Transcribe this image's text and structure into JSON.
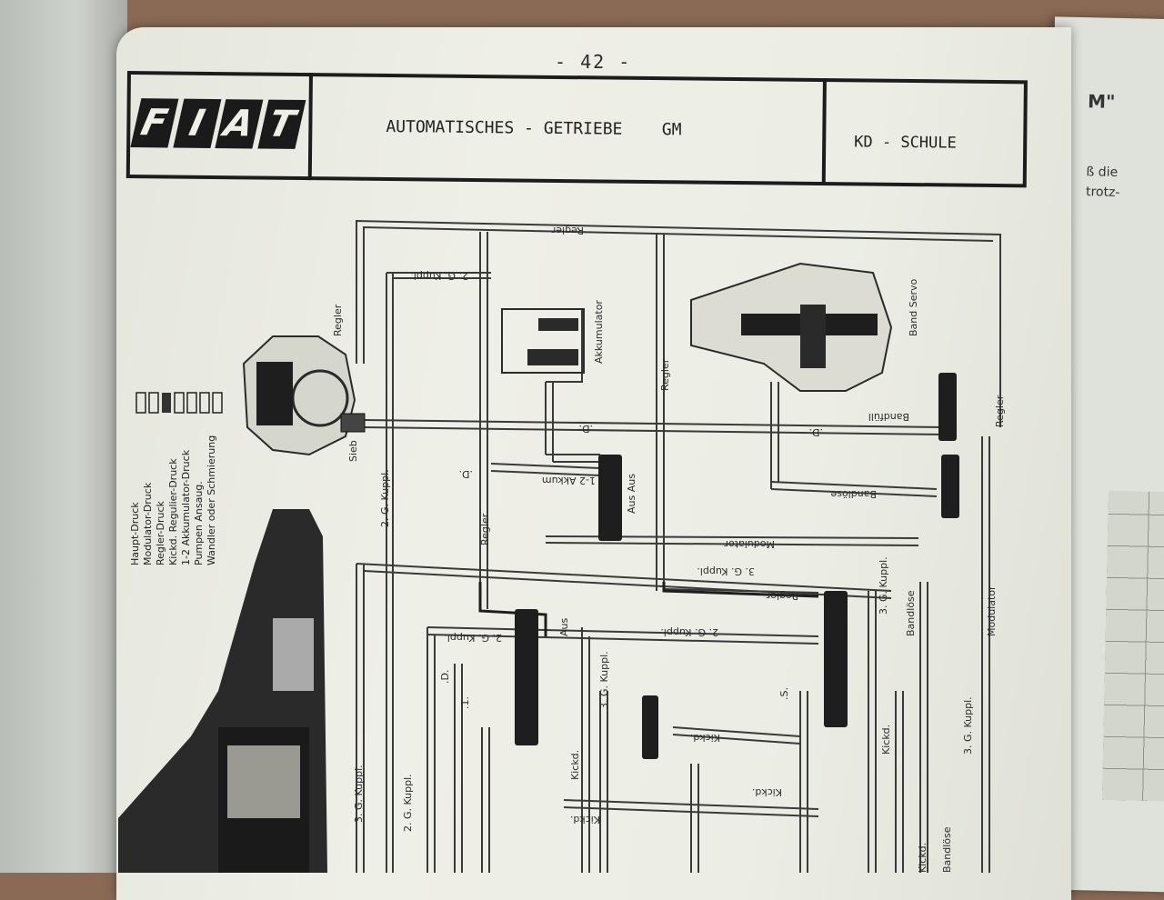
{
  "page_number": "- 42 -",
  "header": {
    "logo": "FIAT",
    "title": "AUTOMATISCHES - GETRIEBE    GM",
    "right": "KD - SCHULE"
  },
  "right_page": {
    "heading": "M\"",
    "line1": "ß die",
    "line2": "trotz-"
  },
  "legend": [
    "Haupt-Druck",
    "Modulator-Druck",
    "Regler-Druck",
    "Kickd. Regulier-Druck",
    "1-2 Akkumulator-Druck",
    "Pumpen Ansaug.",
    "Wandler oder Schmierung"
  ],
  "labels": {
    "regler": "Regler",
    "kuppl2": "2. G. Kuppl.",
    "kuppl3": "3. G. Kuppl.",
    "akkumulator": "Akkumulator",
    "band_servo": "Band Servo",
    "sieb": "Sieb",
    "d_line": ".D.",
    "bandfuell": "Bandfüll",
    "bandlose": "Bandlöse",
    "akkum12": "1-2 Akkum",
    "aus_aus": "Aus Aus",
    "modulator": "Modulator",
    "aus": "Aus",
    "kickd": "Kickd.",
    "l_line": ".1.",
    "s_line": ".S."
  }
}
